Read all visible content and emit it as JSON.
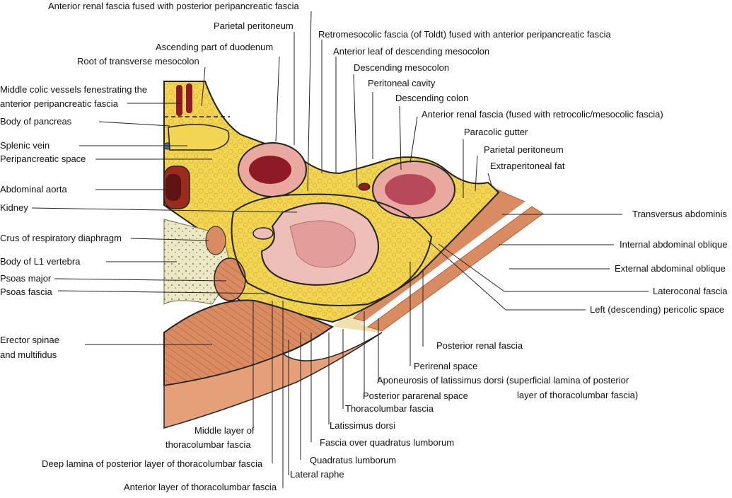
{
  "labels": {
    "anterior_renal_fused_posterior_peripancreatic": "Anterior renal fascia fused with posterior peripancreatic fascia",
    "parietal_peritoneum_top": "Parietal peritoneum",
    "retromesocolic_fascia": "Retromesocolic fascia (of Toldt) fused with anterior peripancreatic fascia",
    "ascending_duodenum": "Ascending part of duodenum",
    "anterior_leaf_mesocolon": "Anterior leaf of descending mesocolon",
    "root_transverse_mesocolon": "Root of transverse mesocolon",
    "descending_mesocolon": "Descending mesocolon",
    "peritoneal_cavity": "Peritoneal cavity",
    "middle_colic_1": "Middle colic vessels fenestrating the",
    "middle_colic_2": "anterior peripancreatic fascia",
    "descending_colon": "Descending colon",
    "anterior_renal_fascia_retrocolic": "Anterior renal fascia (fused with retrocolic/mesocolic fascia)",
    "body_pancreas": "Body of pancreas",
    "paracolic_gutter": "Paracolic gutter",
    "splenic_vein": "Splenic vein",
    "parietal_peritoneum_right": "Parietal peritoneum",
    "peripancreatic_space": "Peripancreatic space",
    "extraperitoneal_fat": "Extraperitoneal fat",
    "abdominal_aorta": "Abdominal aorta",
    "kidney": "Kidney",
    "transversus_abdominis": "Transversus abdominis",
    "crus_diaphragm": "Crus of respiratory diaphragm",
    "internal_oblique": "Internal abdominal oblique",
    "body_l1": "Body of L1 vertebra",
    "external_oblique": "External abdominal oblique",
    "psoas_major": "Psoas major",
    "psoas_fascia": "Psoas fascia",
    "lateroconal_fascia": "Lateroconal fascia",
    "left_pericolic_space": "Left (descending) pericolic space",
    "erector_1": "Erector spinae",
    "erector_2": "and multifidus",
    "posterior_renal_fascia": "Posterior renal fascia",
    "perirenal_space": "Perirenal space",
    "aponeurosis_1": "Aponeurosis of latissimus dorsi (superficial lamina of posterior",
    "aponeurosis_2": "layer of thoracolumbar fascia)",
    "posterior_pararenal": "Posterior pararenal space",
    "thoracolumbar_fascia": "Thoracolumbar fascia",
    "latissimus_dorsi": "Latissimus dorsi",
    "middle_layer_1": "Middle layer of",
    "middle_layer_2": "thoracolumbar fascia",
    "fascia_quadratus": "Fascia over quadratus lumborum",
    "quadratus_lumborum": "Quadratus lumborum",
    "deep_lamina": "Deep lamina of posterior layer of thoracolumbar fascia",
    "lateral_raphe": "Lateral raphe",
    "anterior_layer": "Anterior layer of thoracolumbar fascia"
  },
  "colors": {
    "fat": "#f2d552",
    "fat_dot": "#c9a52a",
    "muscle": "#d98b62",
    "muscle_dark": "#b85f3c",
    "muscle_light": "#eec1a4",
    "bowel_wall": "#e9a9a0",
    "lumen": "#8e1a28",
    "kidney": "#eebfb8",
    "bone": "#ece7c4",
    "aorta_outer": "#9c2b1e",
    "vein": "#4a67a8",
    "line": "#222222"
  }
}
